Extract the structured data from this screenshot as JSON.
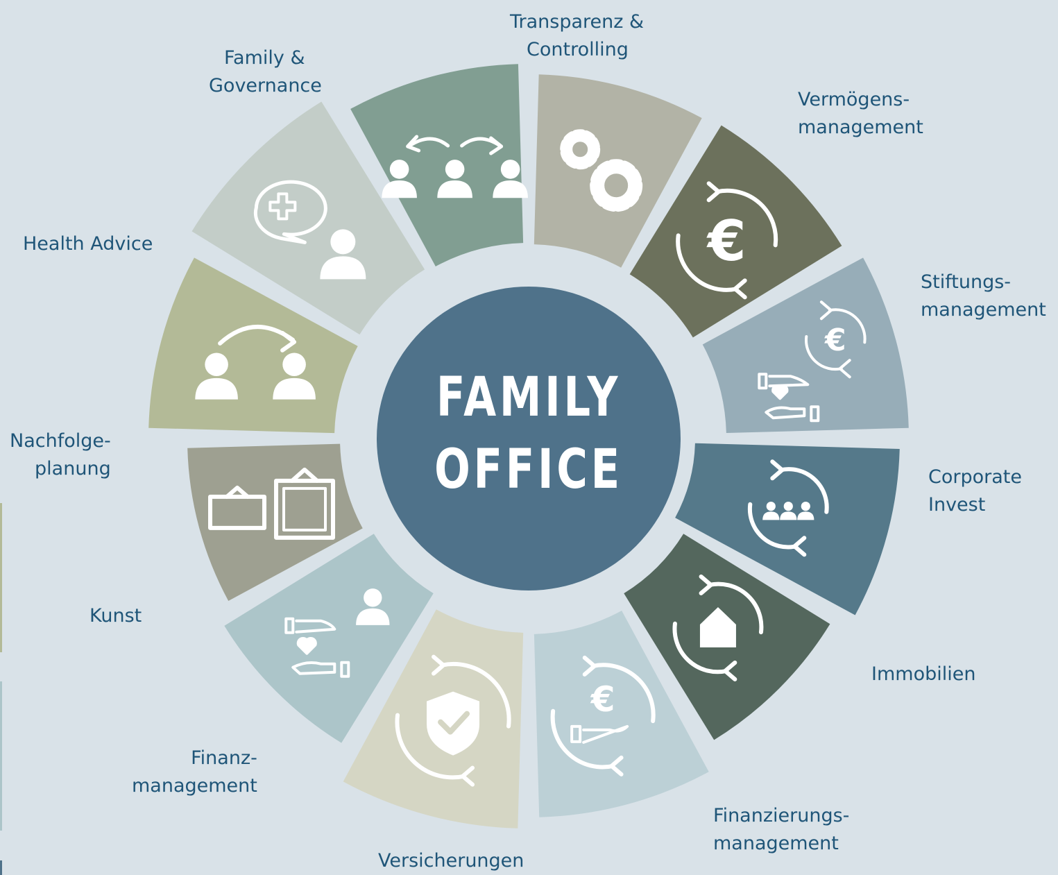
{
  "center": {
    "title_line1": "FAMILY",
    "title_line2": "OFFICE",
    "color": "#4f728a"
  },
  "segments": [
    {
      "key": "transparenz",
      "line1": "Transparenz &",
      "line2": "Controlling",
      "color": "#b2b3a6",
      "icon": "gears-icon"
    },
    {
      "key": "vermoegen",
      "line1": "Vermögens-",
      "line2": "management",
      "color": "#6c715c",
      "icon": "euro-cycle-icon"
    },
    {
      "key": "stiftung",
      "line1": "Stiftungs-",
      "line2": "management",
      "color": "#97adb8",
      "icon": "euro-donation-icon"
    },
    {
      "key": "corporate",
      "line1": "Corporate",
      "line2": "Invest",
      "color": "#55798a",
      "icon": "team-cycle-icon"
    },
    {
      "key": "immobilien",
      "line1": "Immobilien",
      "line2": "",
      "color": "#54675d",
      "icon": "house-cycle-icon"
    },
    {
      "key": "finanzierung",
      "line1": "Finanzierungs-",
      "line2": "management",
      "color": "#bcd0d6",
      "icon": "euro-hand-cycle-icon"
    },
    {
      "key": "versicherung",
      "line1": "Versicherungen",
      "line2": "",
      "color": "#d5d6c4",
      "icon": "shield-check-cycle-icon"
    },
    {
      "key": "finanz",
      "line1": "Finanz-",
      "line2": "management",
      "color": "#acc5c9",
      "icon": "person-donation-icon"
    },
    {
      "key": "kunst",
      "line1": "Kunst",
      "line2": "",
      "color": "#9ea091",
      "icon": "picture-frames-icon"
    },
    {
      "key": "nachfolge",
      "line1": "Nachfolge-",
      "line2": "planung",
      "color": "#b3ba97",
      "icon": "succession-icon"
    },
    {
      "key": "health",
      "line1": "Health Advice",
      "line2": "",
      "color": "#c3cdc8",
      "icon": "health-advice-icon"
    },
    {
      "key": "family",
      "line1": "Family &",
      "line2": "Governance",
      "color": "#819e92",
      "icon": "family-governance-icon"
    }
  ]
}
